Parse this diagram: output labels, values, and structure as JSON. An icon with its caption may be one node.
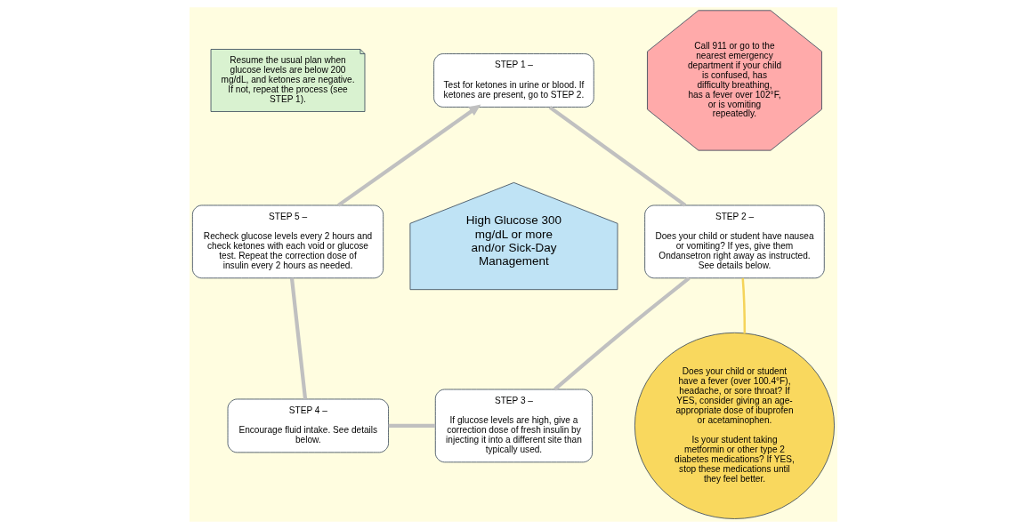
{
  "diagram": {
    "nodes": [
      {
        "text": [
          "Resume the usual plan when glucose levels are below 200 mg/dL, and ketones are negative. If not, repeat the process (see STEP 1)."
        ]
      },
      {
        "text": [
          "STEP 1 –",
          "Test for ketones in urine or blood. If ketones are present, go to STEP 2."
        ]
      },
      {
        "text": [
          "Call 911 or go to the nearest emergency department if your child is confused, has difficulty breathing, has a fever over 102°F, or is vomiting repeatedly."
        ]
      },
      {
        "text": [
          "STEP 5 –",
          "Recheck glucose levels every 2 hours and check ketones with each void or glucose test. Repeat the correction dose of insulin every 2 hours as needed."
        ]
      },
      {
        "text": [
          "High Glucose 300 mg/dL or more and/or Sick-Day Management"
        ]
      },
      {
        "text": [
          "STEP 2 –",
          "Does your child or student have nausea or vomiting? If yes, give them Ondansetron right away as instructed. See details below."
        ]
      },
      {
        "text": [
          "Does your child or student have a fever (over 100.4°F), headache, or sore throat? If YES, consider giving an age-appropriate dose of ibuprofen or acetaminophen.",
          "Is your student taking metformin or other type 2 diabetes medications? If YES, stop these medications until they feel better."
        ]
      },
      {
        "text": [
          "STEP 4 –",
          "Encourage fluid intake. See details below."
        ]
      },
      {
        "text": [
          "STEP 3 –",
          "If glucose levels are high, give a correction dose of fresh insulin by injecting it into a different site than typically used."
        ]
      }
    ],
    "edges": [
      {
        "from": 3,
        "to": 1,
        "arrow": "to"
      },
      {
        "from": 1,
        "to": 5,
        "arrow": "none"
      },
      {
        "from": 5,
        "to": 8,
        "arrow": "none"
      },
      {
        "from": 8,
        "to": 7,
        "arrow": "none"
      },
      {
        "from": 7,
        "to": 3,
        "arrow": "none"
      },
      {
        "from": 6,
        "to": 5,
        "arrow": "none",
        "color": "#f5d45a"
      }
    ]
  }
}
